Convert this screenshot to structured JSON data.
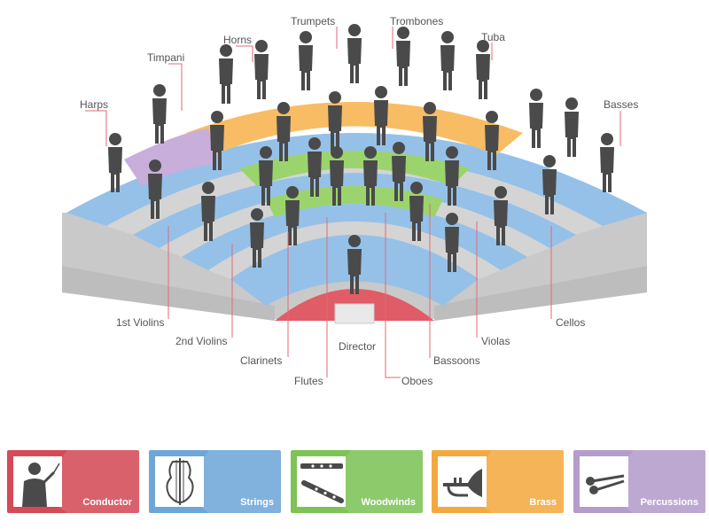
{
  "labels": {
    "timpani": "Timpani",
    "horns": "Horns",
    "trumpets": "Trumpets",
    "trombones": "Trombones",
    "tuba": "Tuba",
    "harps": "Harps",
    "basses": "Basses",
    "first_violins": "1st Violins",
    "second_violins": "2nd Violins",
    "clarinets": "Clarinets",
    "flutes": "Flutes",
    "director": "Director",
    "oboes": "Oboes",
    "bassoons": "Bassoons",
    "violas": "Violas",
    "cellos": "Cellos"
  },
  "legend": [
    {
      "label": "Conductor",
      "color": "#d44a57",
      "icon": "conductor-icon"
    },
    {
      "label": "Strings",
      "color": "#6fa6d8",
      "icon": "violin-icon"
    },
    {
      "label": "Woodwinds",
      "color": "#7dc356",
      "icon": "flute-icon"
    },
    {
      "label": "Brass",
      "color": "#f3a93f",
      "icon": "horn-icon"
    },
    {
      "label": "Percussions",
      "color": "#b49ccb",
      "icon": "mallets-icon"
    }
  ],
  "colors": {
    "strings": "#95c1e8",
    "woodwinds": "#9bd46d",
    "brass": "#f8bc64",
    "percussion": "#c8aedb",
    "conductor": "#e05c67",
    "figure": "#4a4a4a",
    "leader": "#e06a76"
  }
}
